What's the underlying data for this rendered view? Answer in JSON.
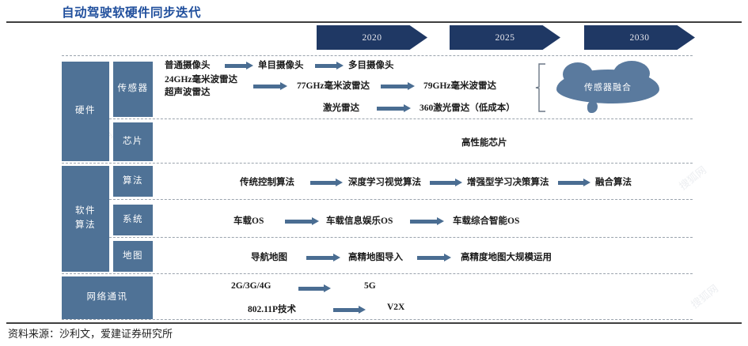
{
  "title": "自动驾驶软硬件同步迭代",
  "footer": "资料来源：沙利文，爱建证券研究所",
  "colors": {
    "title_blue": "#1F4E9C",
    "chevron_navy": "#1F3864",
    "box_blue": "#4F7296",
    "arrow_blue": "#4A6D92",
    "cloud_blue": "#5A7A9E",
    "dash_gray": "#9AA3AD"
  },
  "timeline": [
    {
      "label": "2020"
    },
    {
      "label": "2025"
    },
    {
      "label": "2030"
    }
  ],
  "groups": [
    {
      "key": "hardware",
      "label": "硬件"
    },
    {
      "key": "software",
      "label_line1": "软件",
      "label_line2": "算法"
    },
    {
      "key": "network",
      "label": "网络通讯"
    }
  ],
  "subcategories": [
    {
      "key": "sensor",
      "label": "传感器"
    },
    {
      "key": "chip",
      "label": "芯片"
    },
    {
      "key": "algorithm",
      "label": "算法"
    },
    {
      "key": "system",
      "label": "系统"
    },
    {
      "key": "map",
      "label": "地图"
    }
  ],
  "rows": {
    "sensor": {
      "camera": [
        "普通摄像头",
        "单目摄像头",
        "多目摄像头"
      ],
      "radar_line1": "24GHz毫米波雷达",
      "radar_line2": "超声波雷达",
      "radar_next": [
        "77GHz毫米波雷达",
        "79GHz毫米波雷达"
      ],
      "lidar": [
        "激光雷达",
        "360激光雷达（低成本）"
      ],
      "fusion_callout": "传感器融合"
    },
    "chip": {
      "items": [
        "高性能芯片"
      ]
    },
    "algorithm": {
      "items": [
        "传统控制算法",
        "深度学习视觉算法",
        "增强型学习决策算法",
        "融合算法"
      ]
    },
    "system": {
      "items": [
        "车载OS",
        "车载信息娱乐OS",
        "车载综合智能OS"
      ]
    },
    "map": {
      "items": [
        "导航地图",
        "高精地图导入",
        "高精度地图大规模运用"
      ]
    },
    "network": {
      "gen": [
        "2G/3G/4G",
        "5G"
      ],
      "proto": [
        "802.11P技术",
        "V2X"
      ]
    }
  },
  "watermark": "搜狐网"
}
